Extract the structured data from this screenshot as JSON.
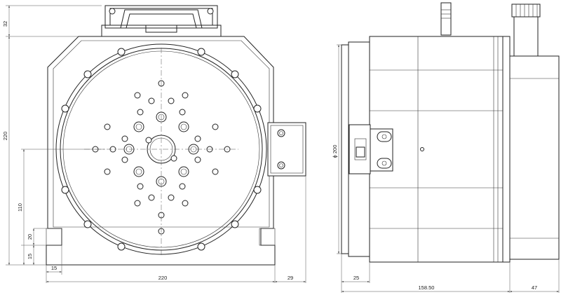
{
  "front_view": {
    "dimensions": {
      "height_top": "32",
      "height_total": "220",
      "height_center": "110",
      "foot_height": "20",
      "foot_offset": "15",
      "foot_inset": "15",
      "width_total": "220",
      "bracket_width": "29"
    }
  },
  "side_view": {
    "dimensions": {
      "table_diameter": "ϕ 200",
      "flange_depth": "25",
      "body_length": "158.50",
      "motor_length": "47"
    }
  }
}
